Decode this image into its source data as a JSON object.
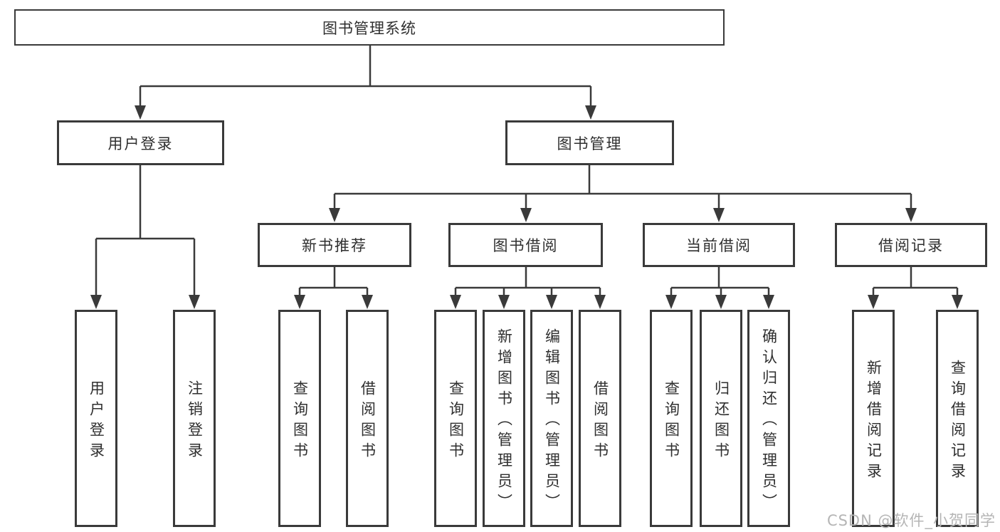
{
  "title": "图书管理系统",
  "watermark": "CSDN @软件_小贺同学",
  "colors": {
    "line": "#3a3a3a",
    "box_border": "#3a3a3a",
    "text": "#2f2f2f",
    "background": "#ffffff",
    "watermark": "#b5b5b5"
  },
  "tree": {
    "root": {
      "label": "图书管理系统"
    },
    "branches": [
      {
        "label": "用户登录",
        "children": [
          {
            "label": "用户登录"
          },
          {
            "label": "注销登录"
          }
        ]
      },
      {
        "label": "图书管理",
        "children": [
          {
            "label": "新书推荐",
            "children": [
              {
                "label": "查询图书"
              },
              {
                "label": "借阅图书"
              }
            ]
          },
          {
            "label": "图书借阅",
            "children": [
              {
                "label": "查询图书"
              },
              {
                "label": "新增图书（管理员）"
              },
              {
                "label": "编辑图书（管理员）"
              },
              {
                "label": "借阅图书"
              }
            ]
          },
          {
            "label": "当前借阅",
            "children": [
              {
                "label": "查询图书"
              },
              {
                "label": "归还图书"
              },
              {
                "label": "确认归还（管理员）"
              }
            ]
          },
          {
            "label": "借阅记录",
            "children": [
              {
                "label": "新增借阅记录"
              },
              {
                "label": "查询借阅记录"
              }
            ]
          }
        ]
      }
    ]
  }
}
